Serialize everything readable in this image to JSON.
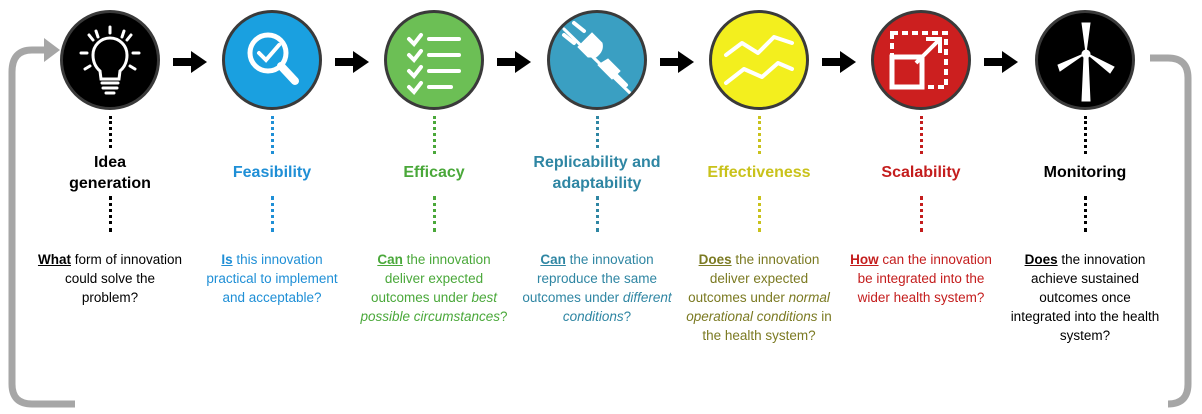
{
  "stages": [
    {
      "title": "Idea generation",
      "title_lines": [
        "Idea",
        "generation"
      ],
      "color": "#000000",
      "circle_fill": "#000000",
      "icon": "lightbulb-icon",
      "desc": {
        "key": "What",
        "pre": " form of innovation could solve the problem?",
        "em": "",
        "post": ""
      }
    },
    {
      "title": "Feasibility",
      "color": "#1f8fd6",
      "circle_fill": "#1aa0e0",
      "icon": "magnifier-check-icon",
      "desc": {
        "key": "Is",
        "pre": " this innovation practical to implement and acceptable?",
        "em": "",
        "post": ""
      }
    },
    {
      "title": "Efficacy",
      "color": "#4aa83a",
      "circle_fill": "#6cbf55",
      "icon": "checklist-icon",
      "desc": {
        "key": "Can",
        "pre": " the innovation deliver expected outcomes under ",
        "em": "best possible circumstances",
        "post": "?"
      }
    },
    {
      "title": "Replicability and adaptability",
      "title_lines": [
        "Replicability and",
        "adaptability"
      ],
      "color": "#2f86a3",
      "circle_fill": "#3a9fc2",
      "icon": "plug-icon",
      "desc": {
        "key": "Can",
        "pre": " the innovation reproduce the same outcomes under ",
        "em": "different conditions",
        "post": "?"
      }
    },
    {
      "title": "Effectiveness",
      "color": "#c9c21b",
      "desc_color": "#7b7a22",
      "circle_fill": "#f3ef1e",
      "icon": "trend-lines-icon",
      "desc": {
        "key": "Does",
        "pre": " the innovation deliver expected outcomes under ",
        "em": "normal operational conditions",
        "post": " in the health system?"
      }
    },
    {
      "title": "Scalability",
      "color": "#c41d1d",
      "circle_fill": "#cc1f1f",
      "icon": "scale-up-icon",
      "desc": {
        "key": "How",
        "pre": " can the innovation be integrated into the wider health system?",
        "em": "",
        "post": ""
      }
    },
    {
      "title": "Monitoring",
      "color": "#000000",
      "circle_fill": "#000000",
      "icon": "wind-turbine-icon",
      "desc": {
        "key": "Does",
        "pre": " the innovation achieve sustained outcomes once integrated into the health system?",
        "em": "",
        "post": ""
      }
    }
  ],
  "connector_icon": "right-arrow-icon",
  "loop_color": "#a6a6a6"
}
